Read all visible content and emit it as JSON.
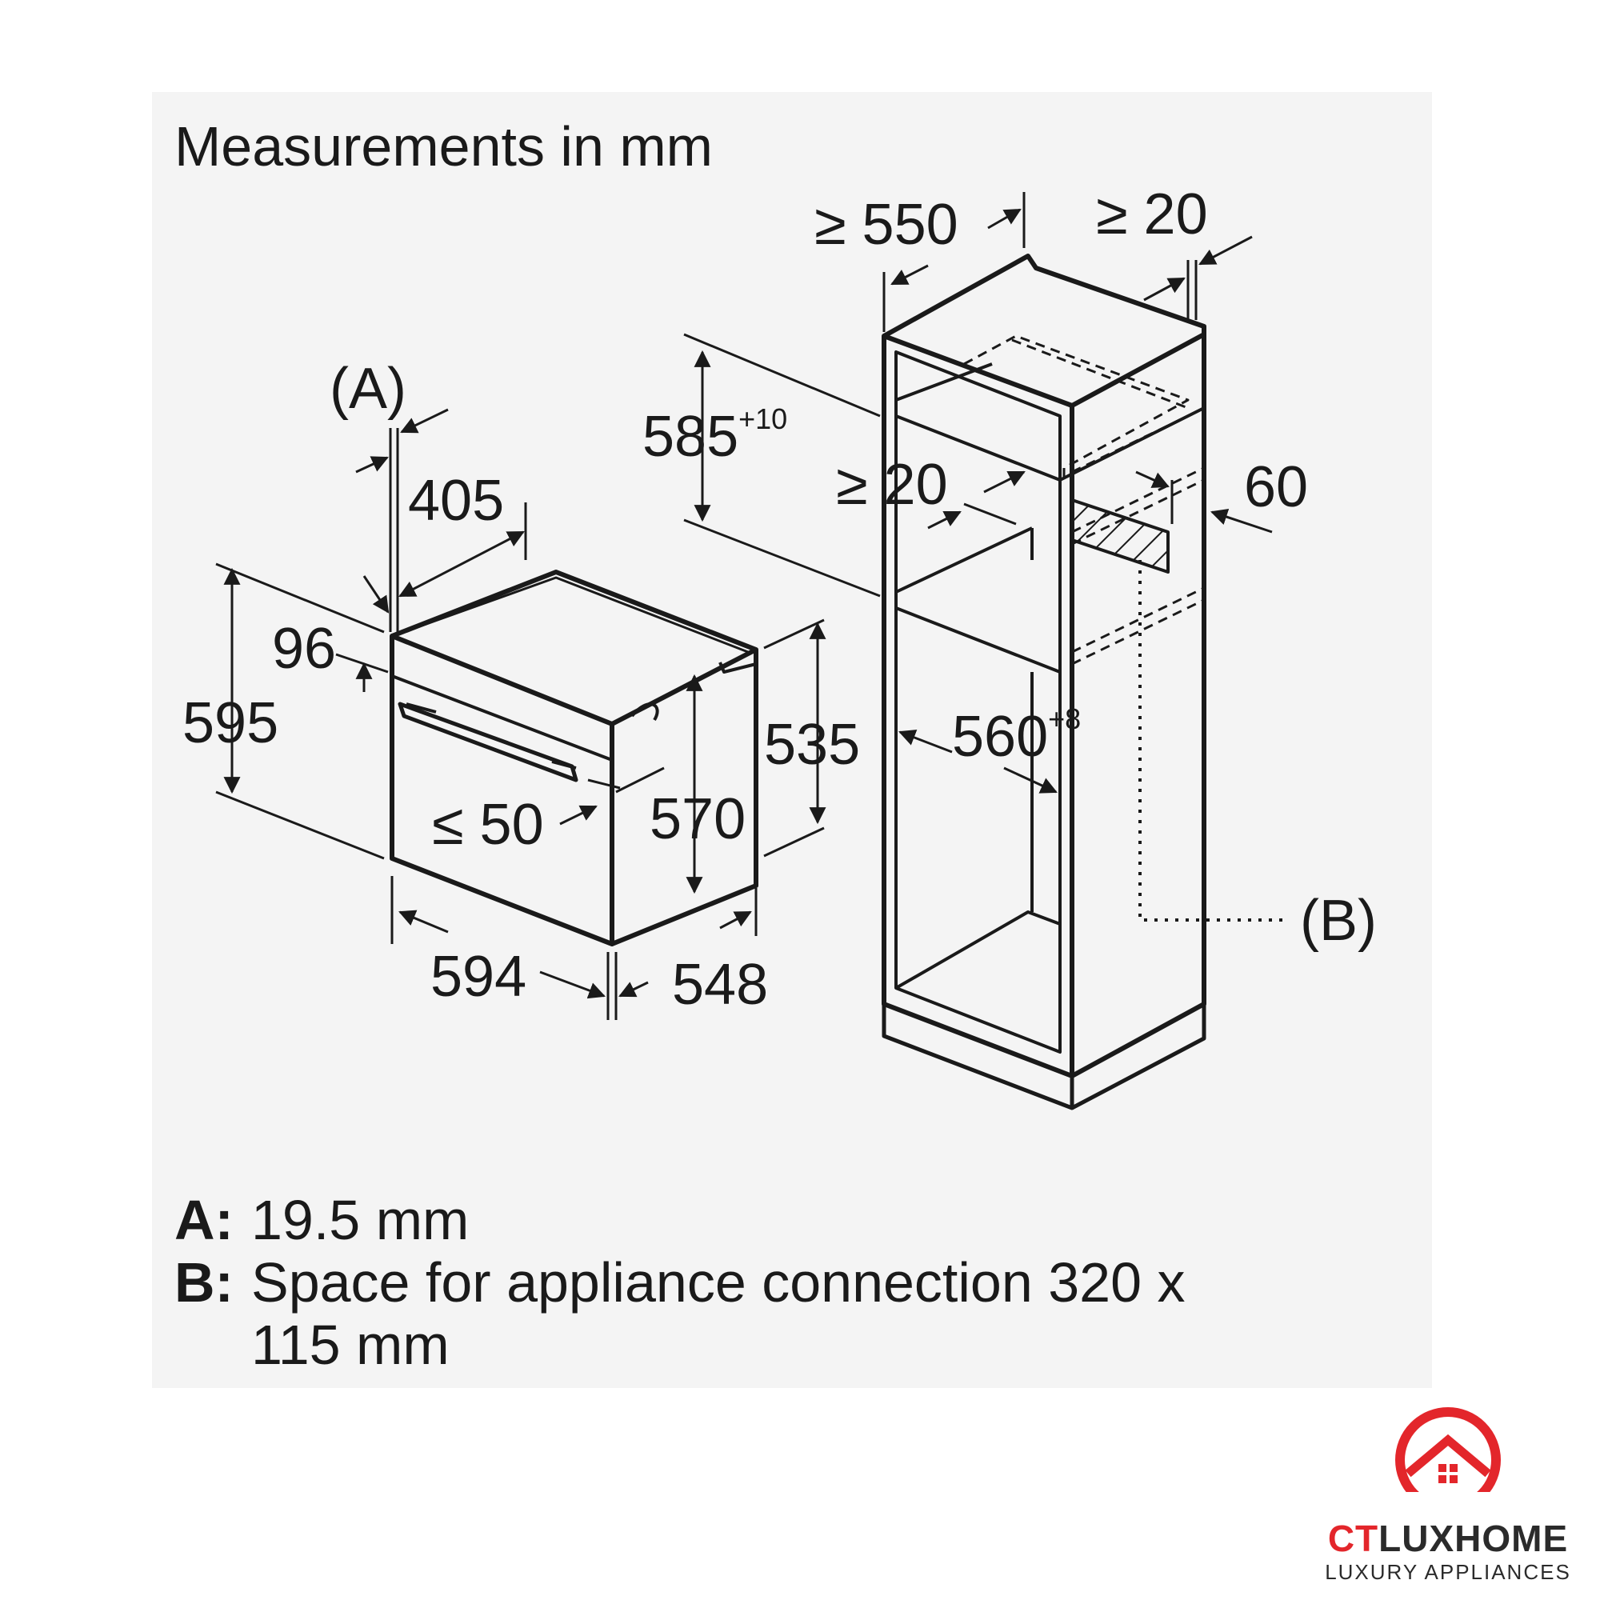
{
  "title": "Measurements in mm",
  "labels": {
    "ref_a": "(A)",
    "ref_b": "(B)",
    "d405": "405",
    "d96": "96",
    "d595": "595",
    "d535": "535",
    "d570": "570",
    "d_le50": "≤ 50",
    "d594": "594",
    "d548": "548",
    "d_ge550": "≥ 550",
    "d_ge20_top": "≥ 20",
    "d585": "585",
    "d585_tol": "+10",
    "d_ge20_mid": "≥ 20",
    "d60": "60",
    "d560": "560",
    "d560_tol": "+8"
  },
  "legend": [
    {
      "key": "A:",
      "text": "19.5 mm"
    },
    {
      "key": "B:",
      "text": "Space for appliance connection 320 x"
    },
    {
      "key": "",
      "text": "115 mm"
    }
  ],
  "logo": {
    "brand_part1": "CT",
    "brand_part2": "LUXHOME",
    "tagline": "LUXURY APPLIANCES",
    "accent_color": "#e3262b"
  }
}
